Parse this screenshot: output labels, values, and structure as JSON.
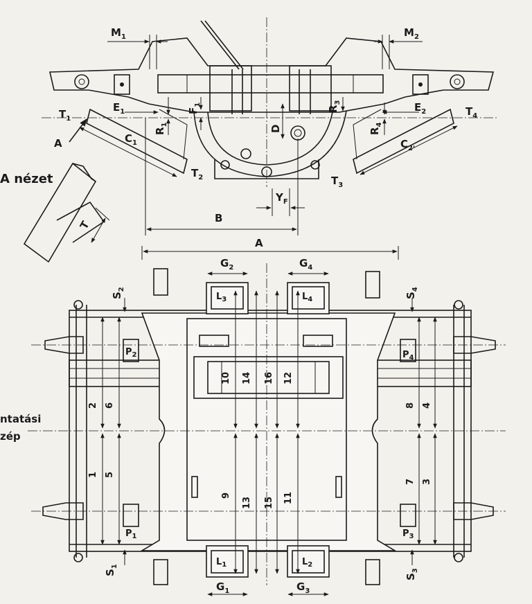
{
  "view_label": "A nézet",
  "side_label_line1": "ntatási",
  "side_label_line2": "zép",
  "top_labels": {
    "M1": "M",
    "M1_sub": "1",
    "M2": "M",
    "M2_sub": "2",
    "T1": "T",
    "T1_sub": "1",
    "T2": "T",
    "T2_sub": "2",
    "T3": "T",
    "T3_sub": "3",
    "T4": "T",
    "T4_sub": "4",
    "E1": "E",
    "E1_sub": "1",
    "E2": "E",
    "E2_sub": "2",
    "R1": "R",
    "R1_sub": "1",
    "R3": "R",
    "R3_sub": "3",
    "R4": "R",
    "R4_sub": "4",
    "F1": "F",
    "F1_sub": "1",
    "C1": "C",
    "C1_sub": "1",
    "C2": "C",
    "C2_sub": "2'",
    "D": "D",
    "A_arrow": "A",
    "B": "B",
    "YF": "Y",
    "YF_sub": "F",
    "A_dim": "A",
    "T_view": "T"
  },
  "plan_labels": {
    "G2": "G",
    "G2_sub": "2",
    "G4": "G",
    "G4_sub": "4",
    "G1": "G",
    "G1_sub": "1",
    "G3": "G",
    "G3_sub": "3",
    "S1": "S",
    "S1_sub": "1",
    "S2": "S",
    "S2_sub": "2",
    "S3": "S",
    "S3_sub": "3",
    "S4": "S",
    "S4_sub": "4",
    "P1": "P",
    "P1_sub": "1",
    "P2": "P",
    "P2_sub": "2",
    "P3": "P",
    "P3_sub": "3",
    "P4": "P",
    "P4_sub": "4",
    "L1": "L",
    "L1_sub": "1",
    "L2": "L",
    "L2_sub": "2",
    "L3": "L",
    "L3_sub": "3",
    "L4": "L",
    "L4_sub": "4"
  },
  "dim_numbers": {
    "n1": "1",
    "n2": "2",
    "n3": "3",
    "n4": "4",
    "n5": "5",
    "n6": "6",
    "n7": "7",
    "n8": "8",
    "n9": "9",
    "n10": "10",
    "n11": "11",
    "n12": "12",
    "n13": "13",
    "n14": "14",
    "n15": "15",
    "n16": "16"
  }
}
